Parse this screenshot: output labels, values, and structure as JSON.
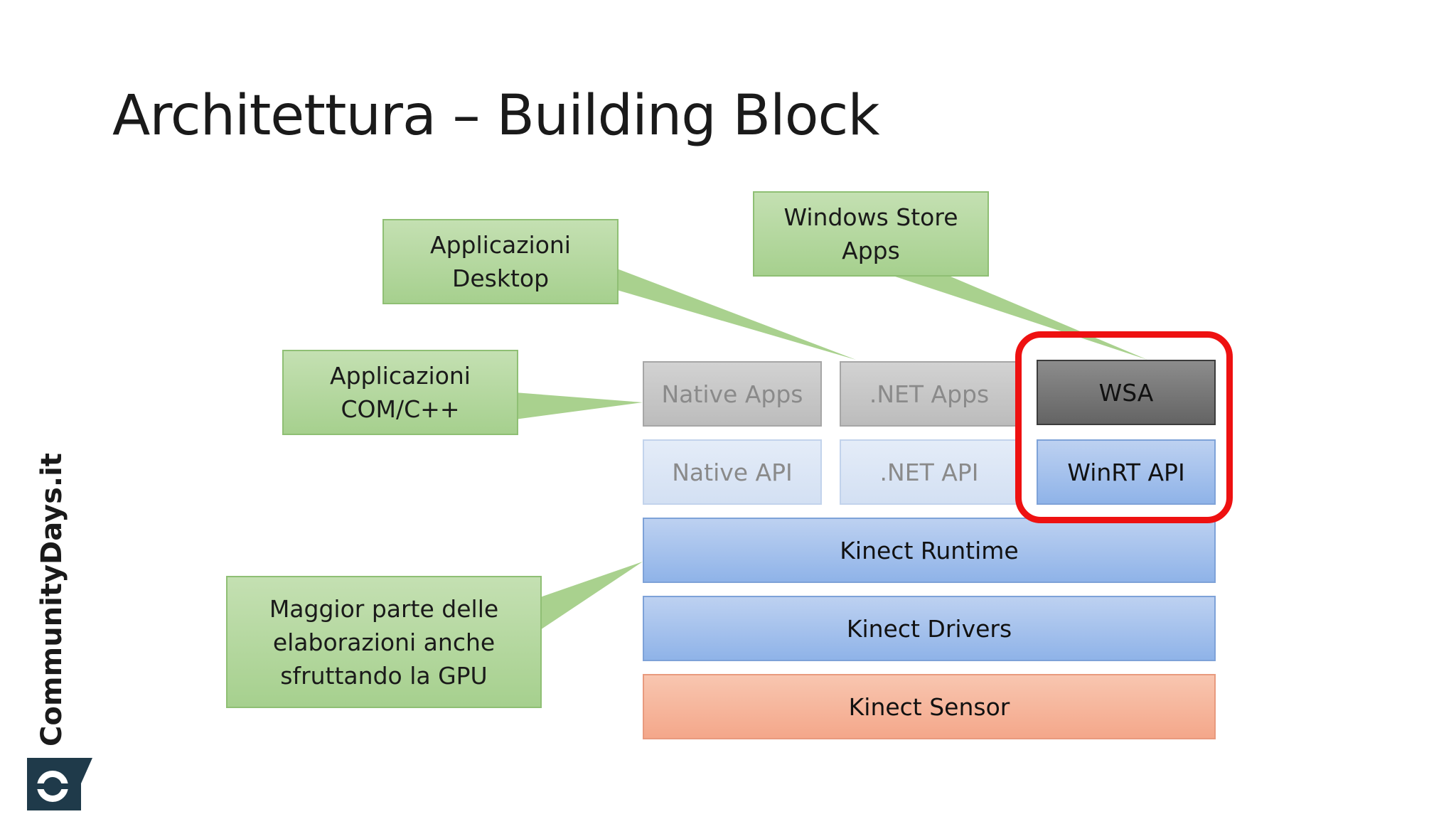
{
  "title": "Architettura – Building Block",
  "callouts": {
    "desktop": [
      "Applicazioni",
      "Desktop"
    ],
    "store": [
      "Windows Store",
      "Apps"
    ],
    "com": [
      "Applicazioni",
      "COM/C++"
    ],
    "gpu": [
      "Maggior parte delle",
      "elaborazioni anche",
      "sfruttando la GPU"
    ]
  },
  "blocks": {
    "native_apps": "Native Apps",
    "net_apps": ".NET Apps",
    "wsa": "WSA",
    "native_api": "Native API",
    "net_api": ".NET API",
    "winrt_api": "WinRT API",
    "kinect_runtime": "Kinect Runtime",
    "kinect_drivers": "Kinect Drivers",
    "kinect_sensor": "Kinect Sensor"
  },
  "brand": {
    "name": "CommunityDays.it",
    "logo_icon": "communitydays-logo-icon"
  },
  "colors": {
    "callout_green": "#a9d18e",
    "highlight_red": "#ee1111",
    "layer_blue": "#8fb3e8",
    "sensor_orange": "#f4a78a"
  }
}
